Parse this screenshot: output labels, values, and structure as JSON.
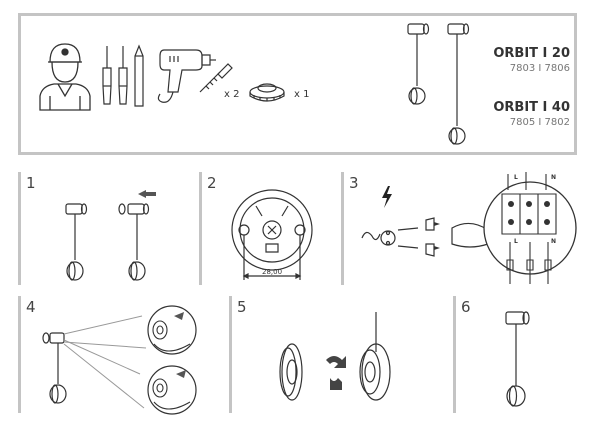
{
  "header": {
    "models": [
      {
        "name": "ORBIT I 20",
        "codes": "7803 I 7806"
      },
      {
        "name": "ORBIT I 40",
        "codes": "7805 I 7802"
      }
    ],
    "plug_qty": "x 2",
    "rose_qty": "x 1"
  },
  "steps": [
    {
      "number": "1"
    },
    {
      "number": "2",
      "dimension": "28,00"
    },
    {
      "number": "3",
      "terminals": [
        "L",
        "N",
        "L",
        "N"
      ]
    },
    {
      "number": "4"
    },
    {
      "number": "5"
    },
    {
      "number": "6"
    }
  ],
  "icons": [
    "installer-icon",
    "screwdriver-icon",
    "pencil-icon",
    "drill-icon",
    "wall-plug-icon",
    "ceiling-rose-icon",
    "lightning-icon"
  ]
}
